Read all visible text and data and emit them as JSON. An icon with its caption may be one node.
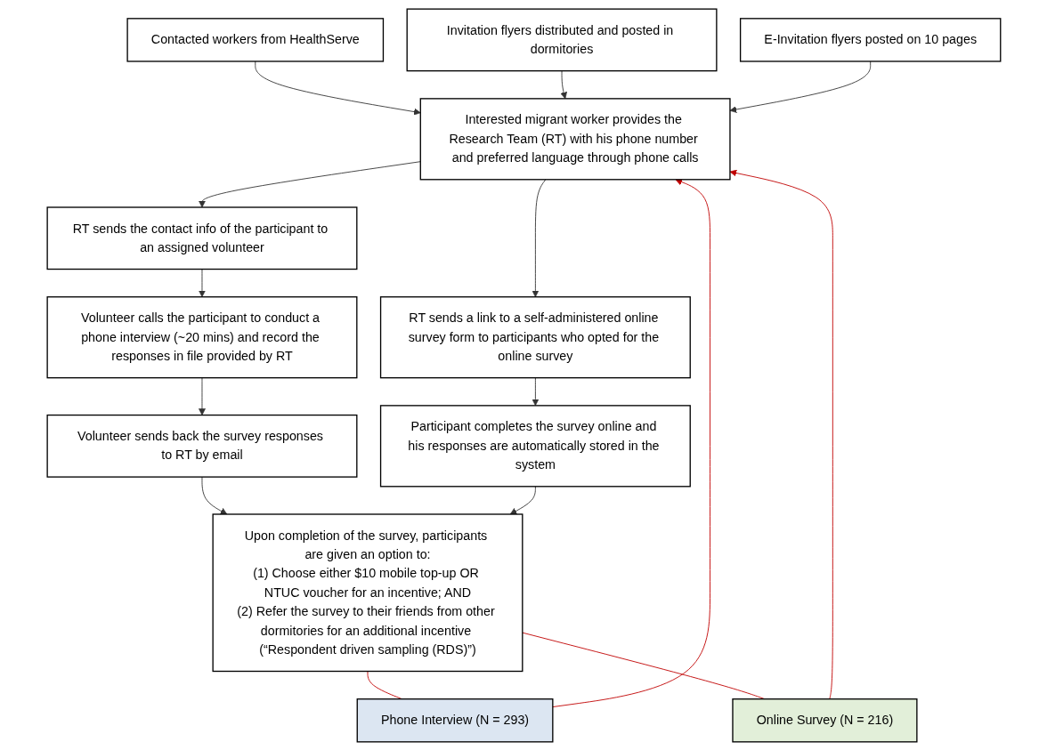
{
  "diagram": {
    "nodes": [
      {
        "text": [
          "Contacted workers from HealthServe"
        ]
      },
      {
        "text": [
          "Invitation flyers distributed and posted in dormitories"
        ]
      },
      {
        "text": [
          "E-Invitation flyers posted on 10 pages"
        ]
      },
      {
        "text": [
          "Interested migrant worker provides the Research Team (RT) with his phone number and preferred language through phone calls"
        ]
      },
      {
        "text": [
          "Phone Interview (N = 293)"
        ]
      },
      {
        "text": [
          "RT sends the contact info of the participant to an assigned volunteer"
        ]
      },
      {
        "text": [
          "Volunteer calls the participant to conduct a phone interview (~20 mins) and record the responses in file provided by RT"
        ]
      },
      {
        "text": [
          "Volunteer sends back the survey responses to RT by email"
        ]
      },
      {
        "text": [
          "Online Survey (N = 216)"
        ]
      },
      {
        "text": [
          "RT sends a link to a self-administered online survey form to participants who opted for the online survey"
        ]
      },
      {
        "text": [
          "Participant completes the survey online and his responses are automatically stored in the system"
        ]
      },
      {
        "text": [
          "Upon completion of the survey, participants are given an option to:",
          "(1) Choose either $10 mobile top-up OR NTUC voucher for an incentive; AND",
          "(2) Refer the survey to their friends from other dormitories for an additional incentive (“Respondent driven sampling (RDS)”)"
        ]
      }
    ],
    "edges": [
      {
        "from": 0,
        "to": 3,
        "arrow": "to"
      },
      {
        "from": 1,
        "to": 3,
        "arrow": "to"
      },
      {
        "from": 2,
        "to": 3,
        "arrow": "to"
      },
      {
        "from": 3,
        "to": 5,
        "arrow": "to"
      },
      {
        "from": 3,
        "to": 9,
        "arrow": "to"
      },
      {
        "from": 5,
        "to": 6,
        "arrow": "to"
      },
      {
        "from": 6,
        "to": 7,
        "arrow": "to"
      },
      {
        "from": 7,
        "to": 11,
        "arrow": "to"
      },
      {
        "from": 9,
        "to": 10,
        "arrow": "to"
      },
      {
        "from": 10,
        "to": 11,
        "arrow": "to"
      },
      {
        "from": 11,
        "to": 4,
        "arrow": "none",
        "color": "#c00000"
      },
      {
        "from": 4,
        "to": 3,
        "arrow": "to",
        "color": "#c00000"
      },
      {
        "from": 11,
        "to": 8,
        "arrow": "none",
        "color": "#c00000"
      },
      {
        "from": 8,
        "to": 3,
        "arrow": "to",
        "color": "#c00000"
      }
    ]
  }
}
